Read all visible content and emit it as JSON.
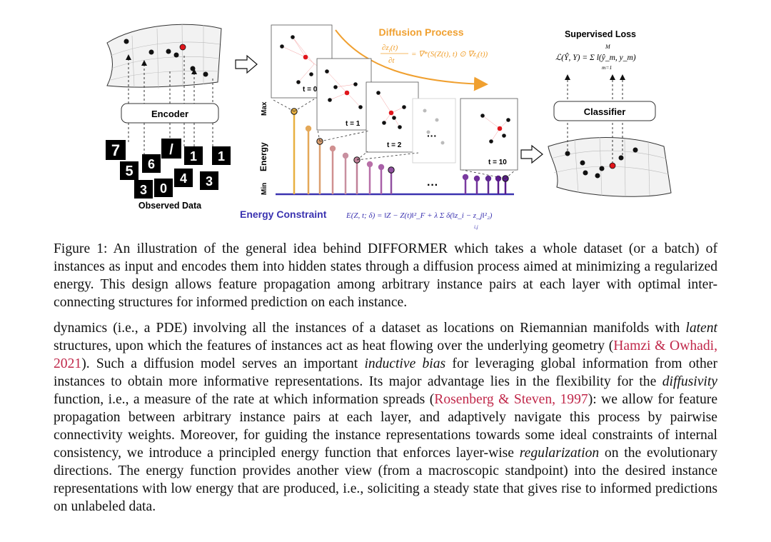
{
  "figure": {
    "encoder_label": "Encoder",
    "observed_data_label": "Observed Data",
    "digits": [
      "7",
      "5",
      "6",
      "/",
      "1",
      "1",
      "4",
      "3",
      "3",
      "0"
    ],
    "diffusion_title": "Diffusion Process",
    "diffusion_eq_lhs_num": "∂z",
    "diffusion_eq_lhs_num_sub": "i",
    "diffusion_eq_lhs_num_arg": "(t)",
    "diffusion_eq_lhs_den": "∂t",
    "diffusion_eq_rhs": "= ∇*(S(Z(t), t) ⊙ ∇z",
    "diffusion_eq_rhs_sub": "i",
    "diffusion_eq_rhs_end": "(t))",
    "t0_label": "t = 0",
    "t1_label": "t = 1",
    "t2_label": "t = 2",
    "t10_label": "t = 10",
    "ellipsis": "···",
    "energy_axis_label": "Energy",
    "energy_max_label": "Max",
    "energy_min_label": "Min",
    "energy_constraint_label": "Energy Constraint",
    "energy_eq": "E(Z, t; δ) = ‖Z − Z(t)‖²_F + λ Σ δ(‖z_i − z_j‖²₂)",
    "energy_eq_sub": "i,j",
    "supervised_loss_label": "Supervised Loss",
    "loss_eq": "ℒ(Ŷ, Y) = Σ l(ŷ_m, y_m)",
    "loss_sum_top": "M",
    "loss_sum_bottom": "m=1",
    "classifier_label": "Classifier",
    "colors": {
      "diffusion_orange": "#f0a030",
      "energy_blue": "#3a32b0",
      "node_red": "#e0151b",
      "stem_gold": "#e8b040",
      "stem_purple": "#5a1b8c"
    }
  },
  "caption": {
    "prefix": "Figure 1: An illustration of the general idea behind ",
    "name_part1": "DIF",
    "name_part2": "FORMER",
    "suffix": " which takes a whole dataset (or a batch) of instances as input and encodes them into hidden states through a diffusion process aimed at minimizing a regularized energy. This design allows feature propagation among arbitrary instance pairs at each layer with optimal inter-connecting structures for informed prediction on each instance."
  },
  "body": {
    "s1": "dynamics (i.e., a PDE) involving all the instances of a dataset as locations on Riemannian manifolds with ",
    "s1_em": "latent",
    "s2": " structures, upon which the features of instances act as heat flowing over the underlying geometry (",
    "cite1": "Hamzi & Owhadi",
    "cite1_sep": ", ",
    "cite1_year": "2021",
    "s3": "). Such a diffusion model serves an important ",
    "s3_em": "inductive bias",
    "s4": " for leveraging global information from other instances to obtain more informative representations. Its major advantage lies in the flexibility for the ",
    "s4_em": "diffusivity",
    "s5": " function, i.e., a measure of the rate at which information spreads (",
    "cite2": "Rosenberg & Steven",
    "cite2_sep": ", ",
    "cite2_year": "1997",
    "s6": "): we allow for feature propagation between arbitrary instance pairs at each layer, and adaptively navigate this process by pairwise connectivity weights. Moreover, for guiding the instance representations towards some ideal constraints of internal consistency, we introduce a principled energy function that enforces layer-wise ",
    "s6_em": "regularization",
    "s7": " on the evolutionary directions. The energy function provides another view (from a macroscopic standpoint) into the desired instance representations with low energy that are produced, i.e., soliciting a steady state that gives rise to informed predictions on unlabeled data."
  }
}
